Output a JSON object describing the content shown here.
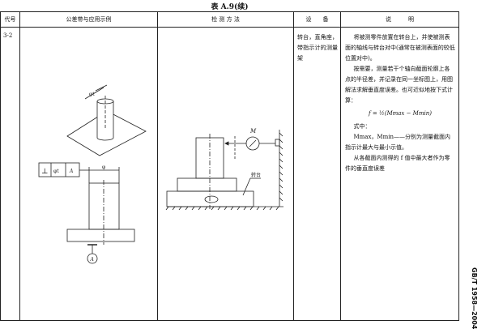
{
  "caption": "表 A.9(续)",
  "headers": {
    "code": "代号",
    "example": "公差带与应用示例",
    "method": "检 测 方 法",
    "equipment": "设　　备",
    "explanation": "说　　　明"
  },
  "row": {
    "code": "3-2",
    "equipment": "转台，直角座，带指示计的测量架",
    "explanation": {
      "p1": "将被测零件放置在转台上，并使被测表面的轴线与转台对中(通常在被测表面的较低位置对中)。",
      "p2": "按需要，测量若干个轴向截面轮廓上各点的半径差，并记录在同一坐标图上，用图解法求解垂直度误差。也可近似地按下式计算：",
      "formula": "f = ½(Mmax − Mmin)",
      "where": "式中：",
      "symbols": "Mmax，Mmin——分别为测量截面内指示计最大与最小示值。",
      "p3": "从各截面内测得的 f 值中最大者作为零件的垂直度误差"
    }
  },
  "drawing": {
    "tolerance_zone_label": "φt",
    "frame_symbol": "⊥",
    "frame_value": "φt",
    "frame_datum": "A",
    "diameter_label": "φ",
    "datum_label": "A",
    "indicator_label": "M",
    "turntable_label": "转台"
  },
  "side_code": "GB/T 1958—2004"
}
